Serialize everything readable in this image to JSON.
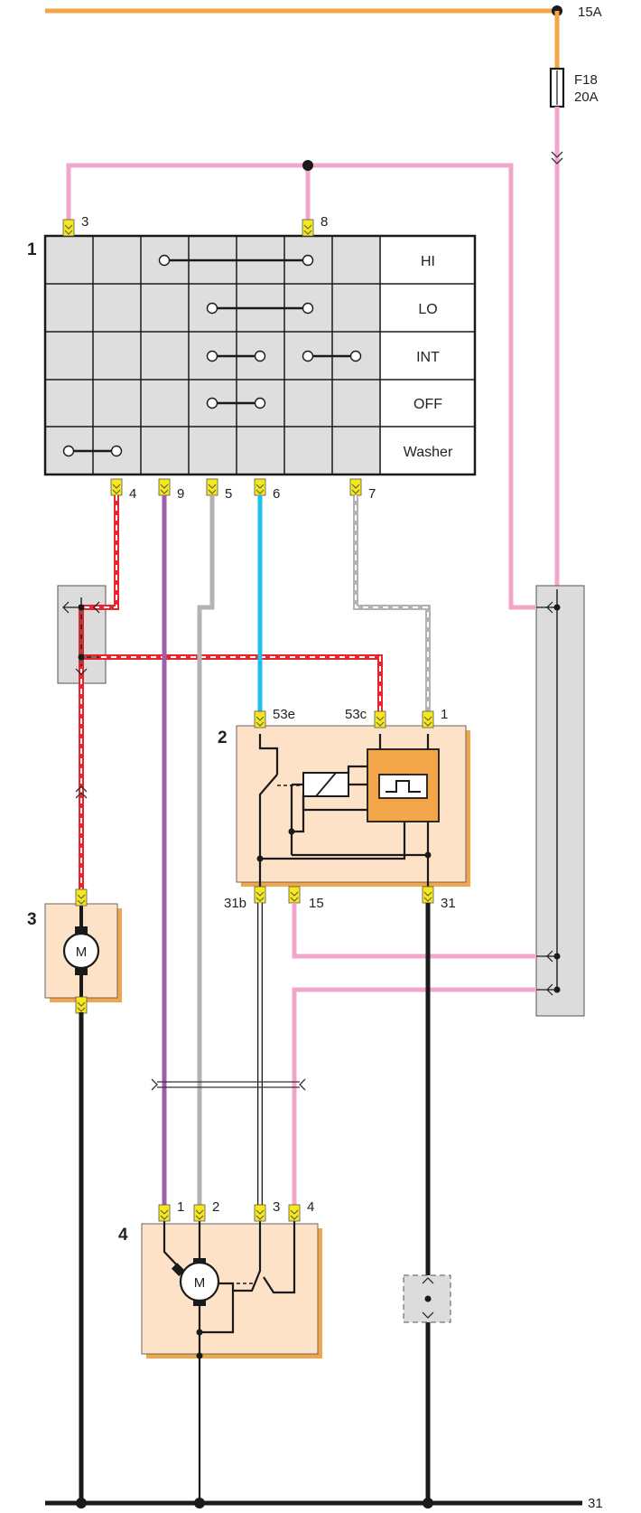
{
  "colors": {
    "orange": "#f4a646",
    "pink": "#f2a7ca",
    "red": "#e8242c",
    "purple": "#a05ea8",
    "gray": "#b3b3b3",
    "cyan": "#1ec1ea",
    "black": "#1a1a1a",
    "yellow": "#f7e81b",
    "module_fill": "#fde2c8",
    "module_shadow": "#f3a54a",
    "switch_cell": "#dedede"
  },
  "power": {
    "supply_label": "15A",
    "ground_label": "31"
  },
  "fuse": {
    "name": "F18",
    "rating": "20A"
  },
  "switch": {
    "ref": "1",
    "positions": [
      "HI",
      "LO",
      "INT",
      "OFF",
      "Washer"
    ],
    "top_pins": [
      "3",
      "8"
    ],
    "bottom_pins": [
      "4",
      "9",
      "5",
      "6",
      "7"
    ]
  },
  "relay": {
    "ref": "2",
    "top_pins": [
      "53e",
      "53c",
      "1"
    ],
    "bottom_pins": [
      "31b",
      "15",
      "31"
    ]
  },
  "washer_motor": {
    "ref": "3",
    "symbol": "M"
  },
  "wiper_motor": {
    "ref": "4",
    "symbol": "M",
    "pins": [
      "1",
      "2",
      "3",
      "4"
    ]
  }
}
